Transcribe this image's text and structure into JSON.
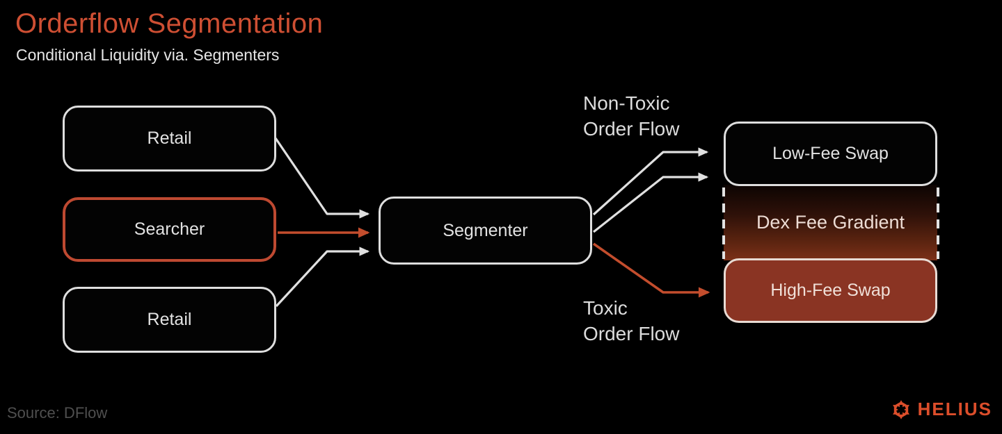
{
  "header": {
    "title": "Orderflow Segmentation",
    "subtitle": "Conditional Liquidity via. Segmenters"
  },
  "nodes": {
    "retail_top": "Retail",
    "searcher": "Searcher",
    "retail_bottom": "Retail",
    "segmenter": "Segmenter",
    "low_fee_swap": "Low-Fee Swap",
    "dex_fee_gradient": "Dex Fee Gradient",
    "high_fee_swap": "High-Fee Swap"
  },
  "flow_labels": {
    "non_toxic": "Non-Toxic\nOrder Flow",
    "toxic": "Toxic\nOrder Flow"
  },
  "footer": {
    "source": "Source: DFlow",
    "brand": "HELIUS"
  },
  "colors": {
    "title_orange": "#CE4F33",
    "brand_orange": "#DC4E2B",
    "arrow_white": "#E0E0E0",
    "arrow_orange": "#C34D2D",
    "searcher_border": "#BE4931",
    "high_fee_fill": "#8A3423",
    "gradient_bottom": "#7B3018"
  },
  "icons": {
    "brand_logo": "helius-sunburst-icon"
  }
}
